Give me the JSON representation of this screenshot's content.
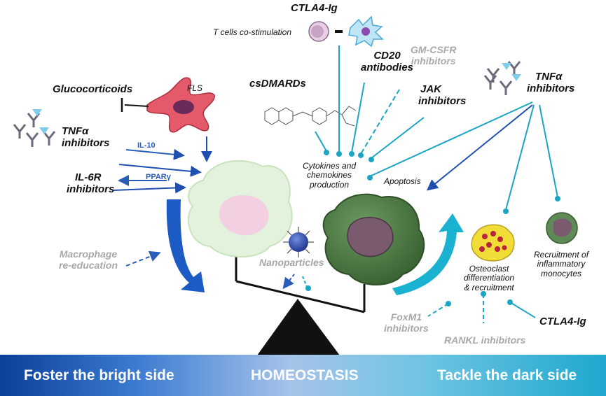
{
  "labels": {
    "ctla4_top": "CTLA4-Ig",
    "t_cells": "T cells co-stimulation",
    "cd20_line1": "CD20",
    "cd20_line2": "antibodies",
    "gmcsfr_line1": "GM-CSFR",
    "gmcsfr_line2": "inhibitors",
    "csdmards": "csDMARDs",
    "jak_line1": "JAK",
    "jak_line2": "inhibitors",
    "tnf_right_line1": "TNFα",
    "tnf_right_line2": "inhibitors",
    "glucocorticoids": "Glucocorticoids",
    "fls": "FLS",
    "tnf_left_line1": "TNFα",
    "tnf_left_line2": "inhibitors",
    "il10": "IL-10",
    "il6r_line1": "IL-6R",
    "il6r_line2": "inhibitors",
    "ppar": "PPARγ",
    "cytokines_line1": "Cytokines and",
    "cytokines_line2": "chemokines",
    "cytokines_line3": "production",
    "apoptosis": "Apoptosis",
    "macrophage_line1": "Macrophage",
    "macrophage_line2": "re-education",
    "nanoparticles": "Nanoparticles",
    "osteoclast_line1": "Osteoclast",
    "osteoclast_line2": "differentiation",
    "osteoclast_line3": "& recruitment",
    "recruitment_line1": "Recruitment of",
    "recruitment_line2": "inflammatory",
    "recruitment_line3": "monocytes",
    "foxm1_line1": "FoxM1",
    "foxm1_line2": "inhibitors",
    "rankl": "RANKL inhibitors",
    "ctla4_bottom": "CTLA4-Ig",
    "minus": "-"
  },
  "bottom_bar": {
    "left": "Foster the bright side",
    "center": "HOMEOSTASIS",
    "right": "Tackle the dark side"
  },
  "colors": {
    "teal": "#1aa5c4",
    "dark_blue": "#1f4fb0",
    "grey_text": "#a8a8a8",
    "dark_cell": "#4f7a45",
    "light_cell": "#dcefd4"
  },
  "icons": [
    "antibody-icon",
    "fls-cell-icon",
    "t-cell-icon",
    "dendritic-cell-icon",
    "nanoparticle-icon",
    "osteoclast-icon",
    "monocyte-icon",
    "methotrexate-structure-icon",
    "balance-scale-icon"
  ]
}
